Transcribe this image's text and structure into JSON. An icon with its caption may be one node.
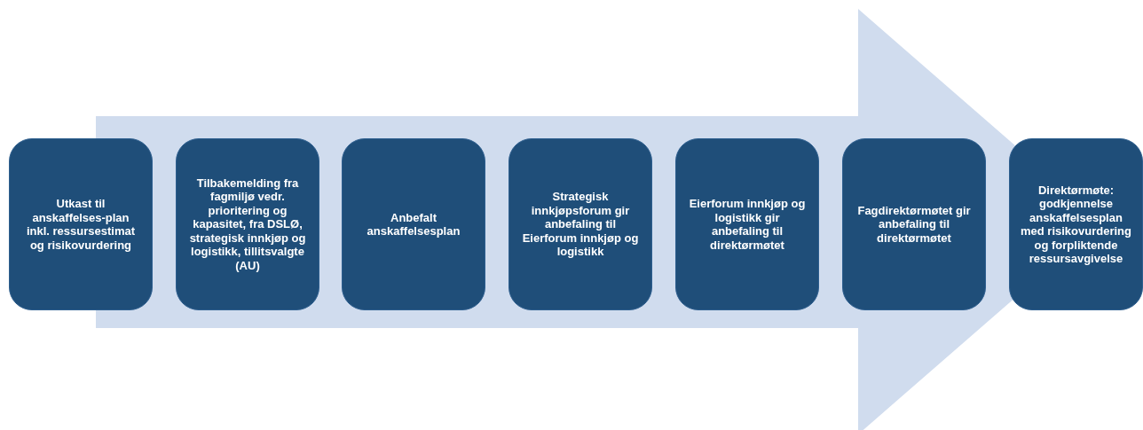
{
  "diagram": {
    "nodes": [
      {
        "text": [
          "Utkast til anskaffelses-plan inkl. ressursestimat og risikovurdering"
        ]
      },
      {
        "text": [
          "Tilbakemelding fra fagmiljø vedr. prioritering og kapasitet, fra DSLØ, strategisk innkjøp og logistikk, tillitsvalgte (AU)"
        ]
      },
      {
        "text": [
          "Anbefalt anskaffelsesplan"
        ]
      },
      {
        "text": [
          "Strategisk innkjøpsforum gir anbefaling til Eierforum innkjøp og logistikk"
        ]
      },
      {
        "text": [
          "Eierforum innkjøp og logistikk gir anbefaling til direktørmøtet"
        ]
      },
      {
        "text": [
          "Fagdirektørmøtet gir anbefaling til direktørmøtet"
        ]
      },
      {
        "text": [
          "Direktørmøte: godkjennelse anskaffelsesplan med risikovurdering og forpliktende ressursavgivelse"
        ]
      }
    ],
    "edges": [
      {
        "from": 0,
        "to": 6,
        "arrow": "to"
      }
    ]
  }
}
